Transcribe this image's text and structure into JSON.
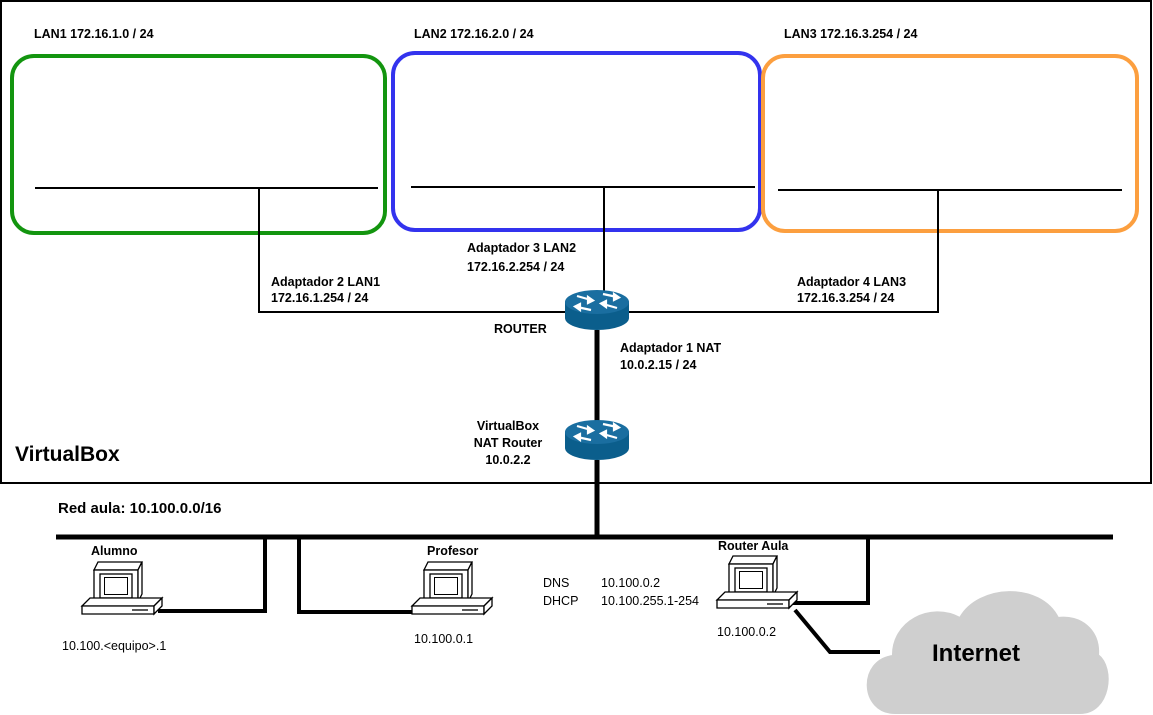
{
  "colors": {
    "lan1": "#13950F",
    "lan2": "#3333EE",
    "lan3": "#FC9F3F",
    "router": "#0B5E8C",
    "cloud": "#CFCFCF"
  },
  "icons": {
    "router": "router-icon",
    "nat_router": "router-icon",
    "pc": "desktop-computer-icon",
    "cloud": "cloud-icon"
  },
  "virtualbox": {
    "title": "VirtualBox",
    "lans": [
      {
        "name": "LAN1 172.16.1.0 / 24"
      },
      {
        "name": "LAN2 172.16.2.0 / 24"
      },
      {
        "name": "LAN3 172.16.3.254 / 24"
      }
    ],
    "adapters": [
      {
        "line1": "Adaptador 2  LAN1",
        "line2": "172.16.1.254 / 24"
      },
      {
        "line1": "Adaptador 3  LAN2",
        "line2": "172.16.2.254 / 24"
      },
      {
        "line1": "Adaptador 4  LAN3",
        "line2": "172.16.3.254 / 24"
      },
      {
        "line1": "Adaptador 1  NAT",
        "line2": "10.0.2.15 / 24"
      }
    ],
    "router_label": "ROUTER",
    "nat_router": {
      "line1": "VirtualBox",
      "line2": "NAT Router",
      "line3": "10.0.2.2"
    }
  },
  "classroom": {
    "network": "Red aula: 10.100.0.0/16",
    "alumno": {
      "name": "Alumno",
      "ip": "10.100.<equipo>.1"
    },
    "profesor": {
      "name": "Profesor",
      "ip": "10.100.0.1"
    },
    "router_aula": {
      "name": "Router Aula",
      "ip": "10.100.0.2"
    },
    "services": {
      "dns_label": "DNS",
      "dns_value": "10.100.0.2",
      "dhcp_label": "DHCP",
      "dhcp_value": "10.100.255.1-254"
    },
    "internet": "Internet"
  }
}
